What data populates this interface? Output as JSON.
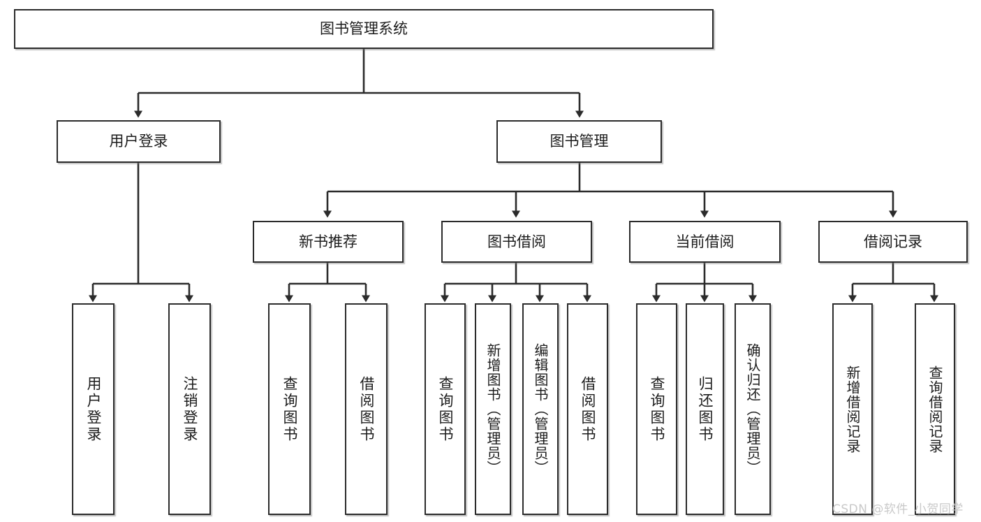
{
  "diagram": {
    "title": "图书管理系统",
    "type": "tree",
    "background_color": "#ffffff",
    "line_color": "#2b2b2b",
    "text_color": "#1c1c1c",
    "root": {
      "id": "root",
      "label": "图书管理系统"
    },
    "level2": [
      {
        "id": "user-login",
        "label": "用户登录"
      },
      {
        "id": "book-management",
        "label": "图书管理"
      }
    ],
    "level3": [
      {
        "id": "new-book-recommend",
        "label": "新书推荐",
        "parent": "book-management"
      },
      {
        "id": "book-borrow",
        "label": "图书借阅",
        "parent": "book-management"
      },
      {
        "id": "current-borrow",
        "label": "当前借阅",
        "parent": "book-management"
      },
      {
        "id": "borrow-record",
        "label": "借阅记录",
        "parent": "book-management"
      }
    ],
    "leaves": [
      {
        "id": "leaf-user-login",
        "label": "用户登录",
        "parent": "user-login"
      },
      {
        "id": "leaf-logout-login",
        "label": "注销登录",
        "parent": "user-login"
      },
      {
        "id": "leaf-query-book-1",
        "label": "查询图书",
        "parent": "new-book-recommend"
      },
      {
        "id": "leaf-borrow-book-1",
        "label": "借阅图书",
        "parent": "new-book-recommend"
      },
      {
        "id": "leaf-query-book-2",
        "label": "查询图书",
        "parent": "book-borrow"
      },
      {
        "id": "leaf-add-book",
        "label": "新增图书（管理员）",
        "parent": "book-borrow"
      },
      {
        "id": "leaf-edit-book",
        "label": "编辑图书（管理员）",
        "parent": "book-borrow"
      },
      {
        "id": "leaf-borrow-book-2",
        "label": "借阅图书",
        "parent": "book-borrow"
      },
      {
        "id": "leaf-query-book-3",
        "label": "查询图书",
        "parent": "current-borrow"
      },
      {
        "id": "leaf-return-book",
        "label": "归还图书",
        "parent": "current-borrow"
      },
      {
        "id": "leaf-confirm-return",
        "label": "确认归还（管理员）",
        "parent": "current-borrow"
      },
      {
        "id": "leaf-add-record",
        "label": "新增借阅记录",
        "parent": "borrow-record"
      },
      {
        "id": "leaf-query-record",
        "label": "查询借阅记录",
        "parent": "borrow-record"
      }
    ]
  },
  "watermark": {
    "text": "CSDN @软件_小贺同学"
  }
}
